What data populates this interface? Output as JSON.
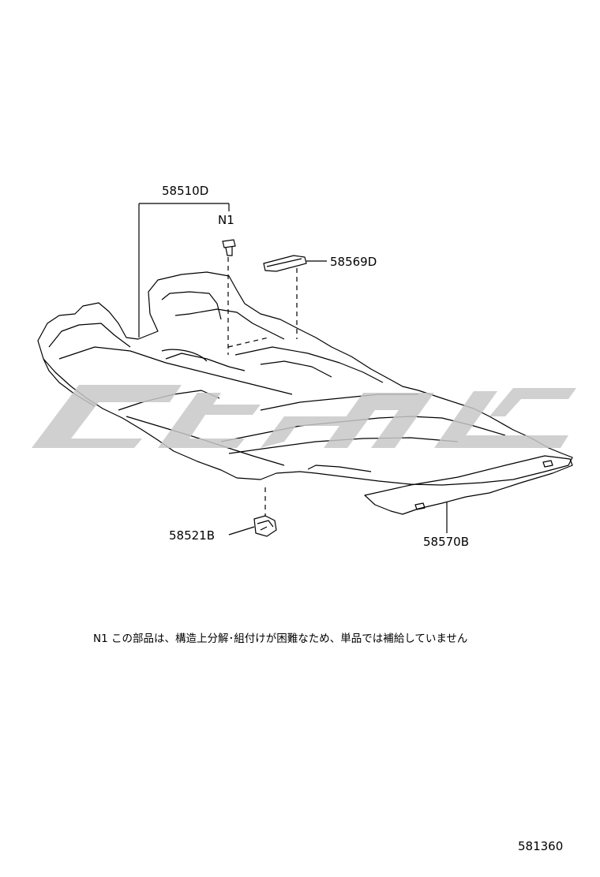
{
  "callouts": {
    "part_1": "58510D",
    "part_2": "58569D",
    "part_3": "58521B",
    "part_4": "58570B",
    "note_marker": "N1"
  },
  "note": {
    "text": "N1  この部品は、構造上分解･組付けが困難なため、単品では補給していません"
  },
  "figure_number": "581360",
  "colors": {
    "line": "#000000",
    "watermark": "#c8c8c8",
    "background": "#ffffff"
  }
}
